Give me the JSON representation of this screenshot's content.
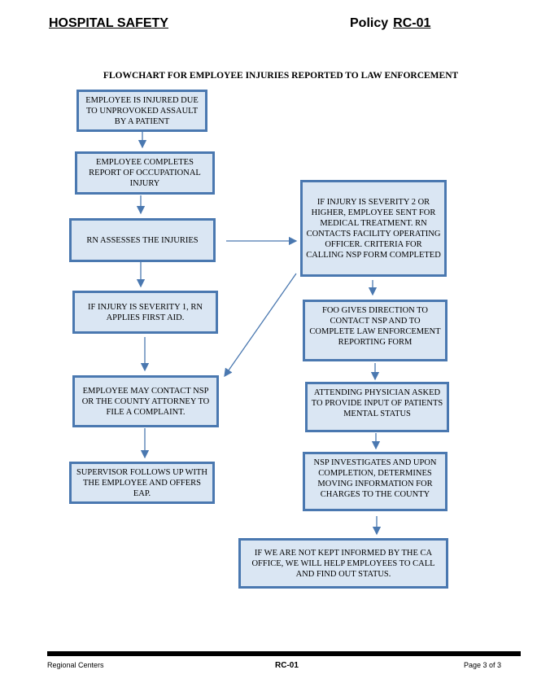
{
  "header": {
    "title": "HOSPITAL SAFETY",
    "policy_label": "Policy",
    "policy_code": "RC-01"
  },
  "flowchart": {
    "title": "FLOWCHART FOR EMPLOYEE INJURIES REPORTED TO LAW ENFORCEMENT",
    "boxes": {
      "injured": "EMPLOYEE IS INJURED DUE TO UNPROVOKED ASSAULT BY A PATIENT",
      "report": "EMPLOYEE COMPLETES REPORT OF OCCUPATIONAL INJURY",
      "assess": "RN ASSESSES THE INJURIES",
      "severity1": "IF INJURY IS SEVERITY 1, RN APPLIES FIRST AID.",
      "contact_nsp": "EMPLOYEE MAY CONTACT NSP OR THE COUNTY ATTORNEY TO FILE A COMPLAINT.",
      "supervisor": "SUPERVISOR FOLLOWS UP WITH THE EMPLOYEE AND OFFERS EAP.",
      "severity2": "IF INJURY IS SEVERITY 2 OR HIGHER, EMPLOYEE SENT FOR MEDICAL TREATMENT. RN CONTACTS FACILITY OPERATING OFFICER. CRITERIA FOR CALLING NSP FORM COMPLETED",
      "foo": "FOO GIVES DIRECTION TO CONTACT NSP AND TO COMPLETE LAW ENFORCEMENT REPORTING FORM",
      "physician": "ATTENDING PHYSICIAN ASKED TO PROVIDE INPUT OF PATIENTS MENTAL STATUS",
      "investigate": "NSP INVESTIGATES AND UPON COMPLETION, DETERMINES MOVING INFORMATION FOR CHARGES TO THE COUNTY",
      "informed": "IF WE ARE NOT KEPT INFORMED BY THE CA OFFICE, WE WILL HELP EMPLOYEES TO CALL AND FIND OUT STATUS."
    }
  },
  "footer": {
    "left": "Regional Centers",
    "center": "RC-01",
    "right": "Page 3 of 3"
  }
}
